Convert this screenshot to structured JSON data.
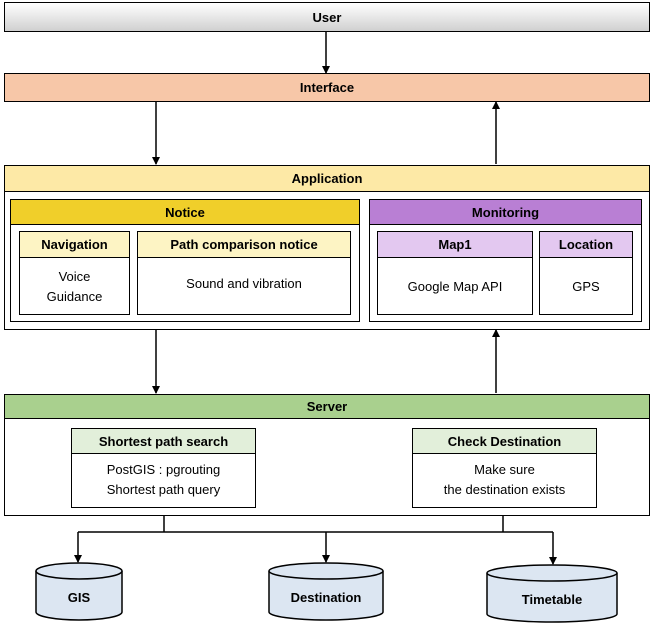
{
  "user": {
    "label": "User"
  },
  "interface": {
    "label": "Interface"
  },
  "application": {
    "label": "Application",
    "notice": {
      "label": "Notice",
      "navigation": {
        "title": "Navigation",
        "body": "Voice\nGuidance"
      },
      "path_comparison": {
        "title": "Path comparison notice",
        "body": "Sound and vibration"
      }
    },
    "monitoring": {
      "label": "Monitoring",
      "map": {
        "title": "Map1",
        "body": "Google Map API"
      },
      "location": {
        "title": "Location",
        "body": "GPS"
      }
    }
  },
  "server": {
    "label": "Server",
    "shortest_path": {
      "title": "Shortest path search",
      "body": "PostGIS : pgrouting\nShortest path query"
    },
    "check_destination": {
      "title": "Check Destination",
      "body": "Make sure\nthe destination exists"
    }
  },
  "databases": [
    {
      "label": "GIS"
    },
    {
      "label": "Destination"
    },
    {
      "label": "Timetable"
    }
  ],
  "colors": {
    "user_grad_top": "#ffffff",
    "user_grad_bottom": "#d0d0d0",
    "interface": "#f7c7a8",
    "application_bar": "#fde9a6",
    "notice_header": "#f0cf2a",
    "notice_sub": "#fdf4c4",
    "monitoring_header": "#b97fd4",
    "monitoring_sub": "#e3c8f0",
    "server_bar": "#a9d08e",
    "server_sub": "#e2efda",
    "cylinder": "#dce6f2"
  }
}
